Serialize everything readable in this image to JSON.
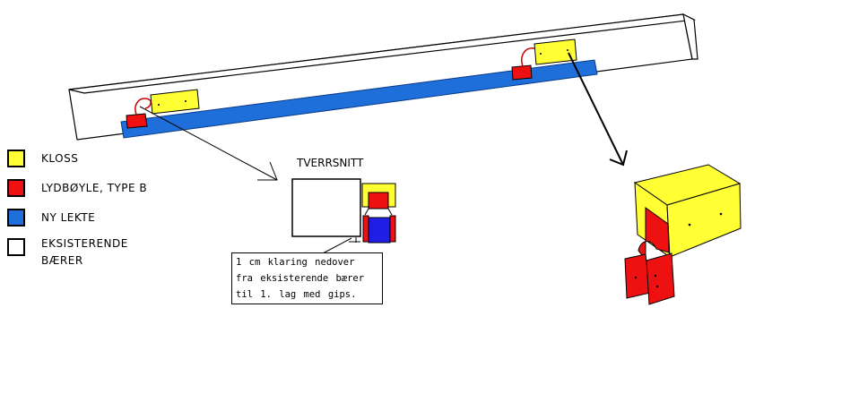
{
  "colors": {
    "kloss": "#ffff33",
    "lydboyle": "#ee1111",
    "ny_lekte": "#1e6fd9",
    "eksisterende_baerer": "#ffffff",
    "outline": "#000000"
  },
  "legend": {
    "items": [
      {
        "label": "KLOSS",
        "color_key": "kloss"
      },
      {
        "label": "LYDBØYLE,  TYPE  B",
        "color_key": "lydboyle"
      },
      {
        "label": "NY  LEKTE",
        "color_key": "ny_lekte"
      },
      {
        "label": "EKSISTERENDE BÆRER",
        "color_key": "eksisterende_baerer"
      }
    ]
  },
  "cross_section": {
    "title": "TVERRSNITT",
    "note_lines": [
      "1  cm  klaring  nedover",
      "fra  eksisterende  bærer",
      "til  1.  lag  med  gips."
    ]
  }
}
